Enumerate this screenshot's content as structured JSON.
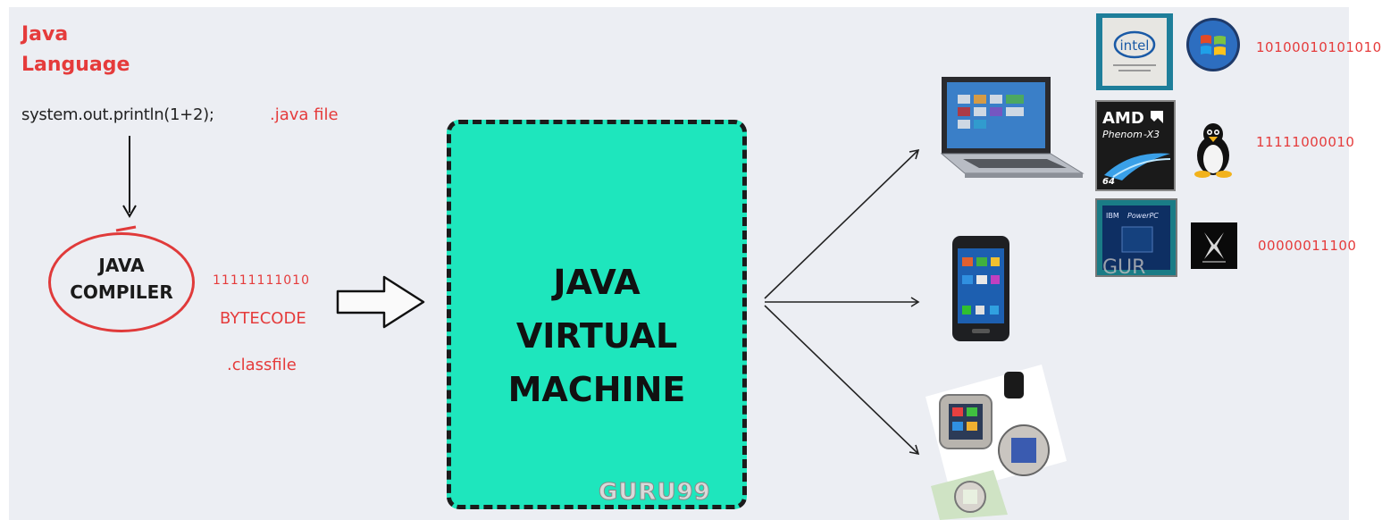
{
  "title": {
    "line1": "Java",
    "line2": "Language"
  },
  "source": {
    "code": "system.out.println(1+2);",
    "file_label": ".java file"
  },
  "compiler": {
    "line1": "JAVA",
    "line2": "COMPILER"
  },
  "bytecode": {
    "bits": "11111111010",
    "label": "BYTECODE",
    "file_label": ".classfile"
  },
  "jvm": {
    "line1": "JAVA",
    "line2": "VIRTUAL",
    "line3": "MACHINE"
  },
  "watermark": "GURU99",
  "platforms": [
    {
      "cpu": "intel",
      "os": "windows-logo-icon",
      "binary": "10100010101010"
    },
    {
      "cpu": "AMD",
      "cpu_sub": "Phenom-X3",
      "cpu_badge": "64",
      "os": "linux-penguin-icon",
      "binary": "11111000010"
    },
    {
      "cpu": "IBM PowerPC",
      "os": "mac-os-x-icon",
      "binary": "00000011100"
    }
  ],
  "colors": {
    "accent_red": "#e53b3b",
    "jvm_fill": "#1ee6bd",
    "background": "#eceef3"
  }
}
